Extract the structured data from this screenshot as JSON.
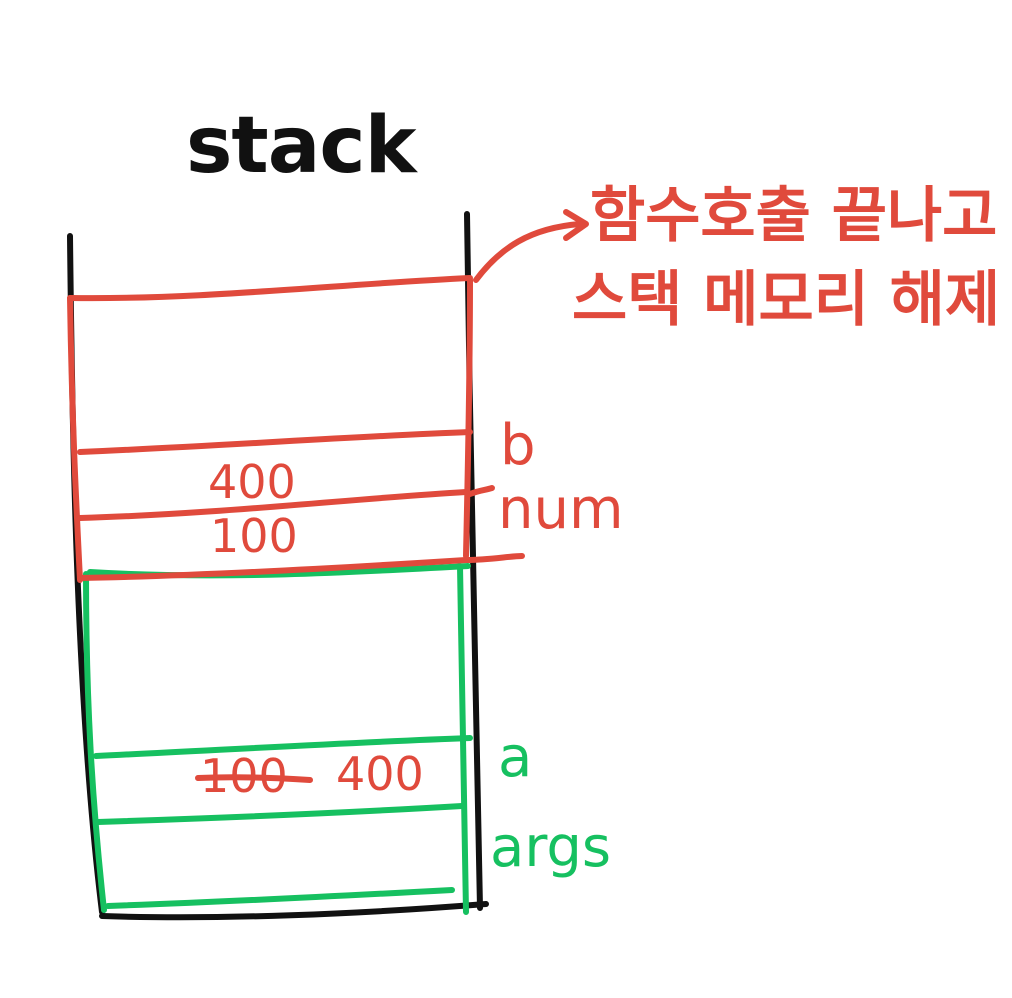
{
  "title": "stack",
  "colors": {
    "outline": "#111111",
    "called_frame": "#e04a3c",
    "main_frame": "#16c060"
  },
  "called_frame": {
    "note_line1": "함수호출 끝나고",
    "note_line2": "스택 메모리 해제",
    "slot_b_label": "b",
    "slot_num_label": "num",
    "slot_b_value": "400",
    "slot_num_value": "100"
  },
  "main_frame": {
    "slot_a_label": "a",
    "slot_args_label": "args",
    "slot_a_old_value": "100",
    "slot_a_new_value": "400"
  }
}
